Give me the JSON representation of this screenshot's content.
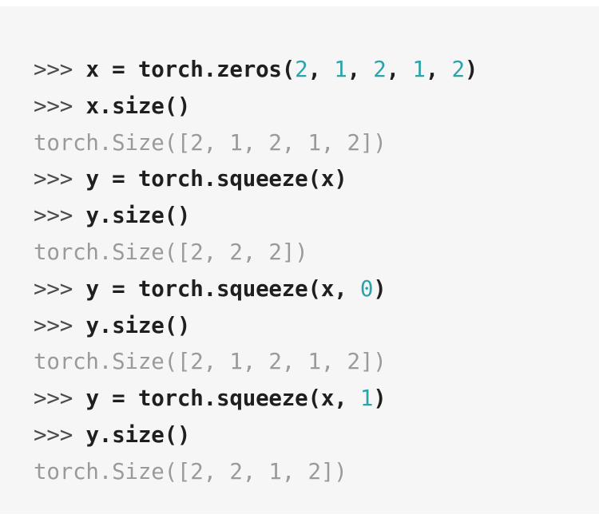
{
  "colors": {
    "panel_background": "#f6f6f6",
    "prompt": "#4b4b4b",
    "code": "#1f1f1f",
    "number": "#2ba3a8",
    "output": "#9a9a9a"
  },
  "prompt": ">>> ",
  "lines": {
    "l0": {
      "code_a": "x = torch.zeros(",
      "n1": "2",
      "s1": ", ",
      "n2": "1",
      "s2": ", ",
      "n3": "2",
      "s3": ", ",
      "n4": "1",
      "s4": ", ",
      "n5": "2",
      "code_b": ")"
    },
    "l1": {
      "code": "x.size()"
    },
    "l2": {
      "output": "torch.Size([2, 1, 2, 1, 2])"
    },
    "l3": {
      "code": "y = torch.squeeze(x)"
    },
    "l4": {
      "code": "y.size()"
    },
    "l5": {
      "output": "torch.Size([2, 2, 2])"
    },
    "l6": {
      "code_a": "y = torch.squeeze(x, ",
      "n1": "0",
      "code_b": ")"
    },
    "l7": {
      "code": "y.size()"
    },
    "l8": {
      "output": "torch.Size([2, 1, 2, 1, 2])"
    },
    "l9": {
      "code_a": "y = torch.squeeze(x, ",
      "n1": "1",
      "code_b": ")"
    },
    "l10": {
      "code": "y.size()"
    },
    "l11": {
      "output": "torch.Size([2, 2, 1, 2])"
    }
  }
}
